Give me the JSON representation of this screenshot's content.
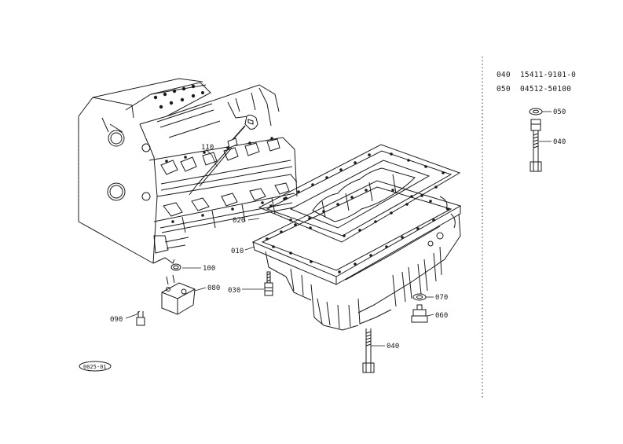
{
  "diagram_id": "0025-01",
  "callouts": {
    "c110": "110",
    "c020": "020",
    "c010": "010",
    "c100": "100",
    "c080": "080",
    "c090": "090",
    "c030": "030",
    "c070": "070",
    "c060": "060",
    "c040": "040",
    "c050_side": "050",
    "c040_side": "040"
  },
  "parts_table": [
    {
      "ref": "040",
      "part_number": "15411-9101-0"
    },
    {
      "ref": "050",
      "part_number": "04512-50100"
    }
  ]
}
